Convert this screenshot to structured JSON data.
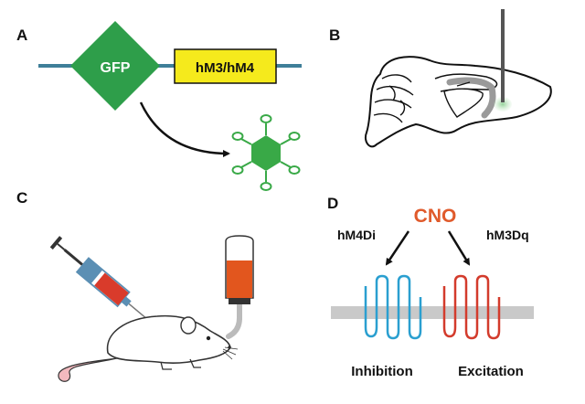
{
  "panels": {
    "a": {
      "letter": "A",
      "promoter_label": "GFP",
      "receptor_label": "hM3/hM4",
      "colors": {
        "line": "#3f7f99",
        "gfp": "#2e9e4a",
        "receptor": "#f5ea1c",
        "virus": "#39a947"
      }
    },
    "b": {
      "letter": "B",
      "colors": {
        "outline": "#111111",
        "probe": "#555555",
        "glow": "#9fd8a4"
      }
    },
    "c": {
      "letter": "C",
      "colors": {
        "liquid": "#e2561e",
        "syringe_fill": "#d93b2b",
        "syringe_barrel": "#5b8fb4",
        "tail": "#f3b9bf"
      }
    },
    "d": {
      "letter": "D",
      "drug_label": "CNO",
      "left_receptor_label": "hM4Di",
      "right_receptor_label": "hM3Dq",
      "left_effect_label": "Inhibition",
      "right_effect_label": "Excitation",
      "colors": {
        "drug": "#e05a2b",
        "inhibitory": "#2a9fd0",
        "excitatory": "#d33b2c",
        "membrane": "#c9c9c9"
      }
    }
  }
}
